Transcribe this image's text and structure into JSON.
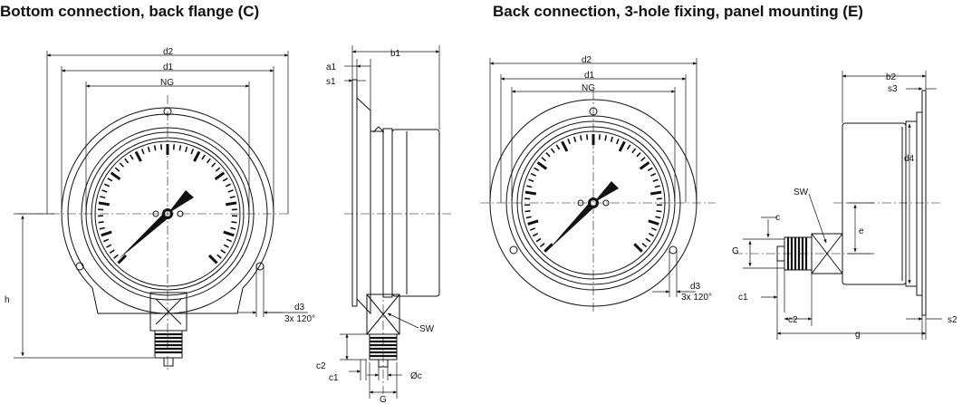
{
  "titles": {
    "bottom": "Bottom connection, back flange (C)",
    "back": "Back connection, 3-hole fixing, panel mounting (E)"
  },
  "labels": {
    "d2": "d2",
    "d1": "d1",
    "NG": "NG",
    "h": "h",
    "d3": "d3",
    "holes": "3x 120°",
    "b1": "b1",
    "a1": "a1",
    "s1": "s1",
    "SW": "SW",
    "c2": "c2",
    "c1": "c1",
    "G": "G",
    "c": "c",
    "phic": "Øc",
    "b2": "b2",
    "s3": "s3",
    "d4": "d4",
    "e": "e",
    "s2": "s2",
    "g": "g"
  }
}
